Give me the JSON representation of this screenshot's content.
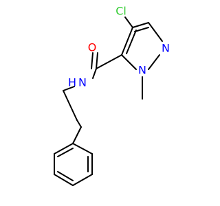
{
  "molecule": {
    "atoms": {
      "chlorine": "Cl",
      "oxygen": "O",
      "nitrogen_ring_n2": "N",
      "nitrogen_ring_n1": "N",
      "nitrogen_amide": "N",
      "amide_hydrogen": "H"
    },
    "colors": {
      "bond": "#000000",
      "chlorine": "#33cc33",
      "oxygen": "#ff0000",
      "nitrogen": "#0000ff"
    }
  }
}
